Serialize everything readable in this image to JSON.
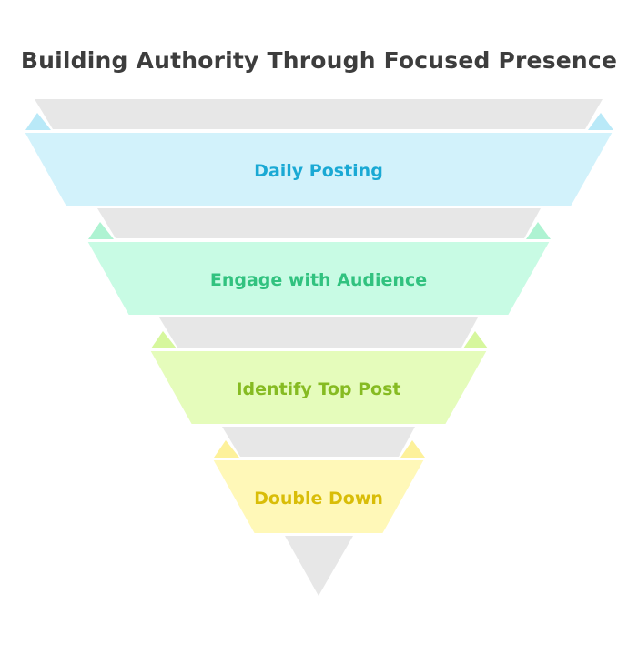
{
  "title": "Building Authority Through Focused Presence",
  "stages": [
    {
      "label": "Daily Posting",
      "fill": "#d2f2fb",
      "edge": "#b9e9f8",
      "text_color": "#1aa9d4"
    },
    {
      "label": "Engage with Audience",
      "fill": "#c8fbe4",
      "edge": "#aef3d2",
      "text_color": "#31c27f"
    },
    {
      "label": "Identify Top Post",
      "fill": "#e5fcbb",
      "edge": "#d6f79d",
      "text_color": "#86bb22"
    },
    {
      "label": "Double Down",
      "fill": "#fff8b8",
      "edge": "#fdf19a",
      "text_color": "#d9bd08"
    }
  ],
  "shadow_color": "#e7e7e7"
}
